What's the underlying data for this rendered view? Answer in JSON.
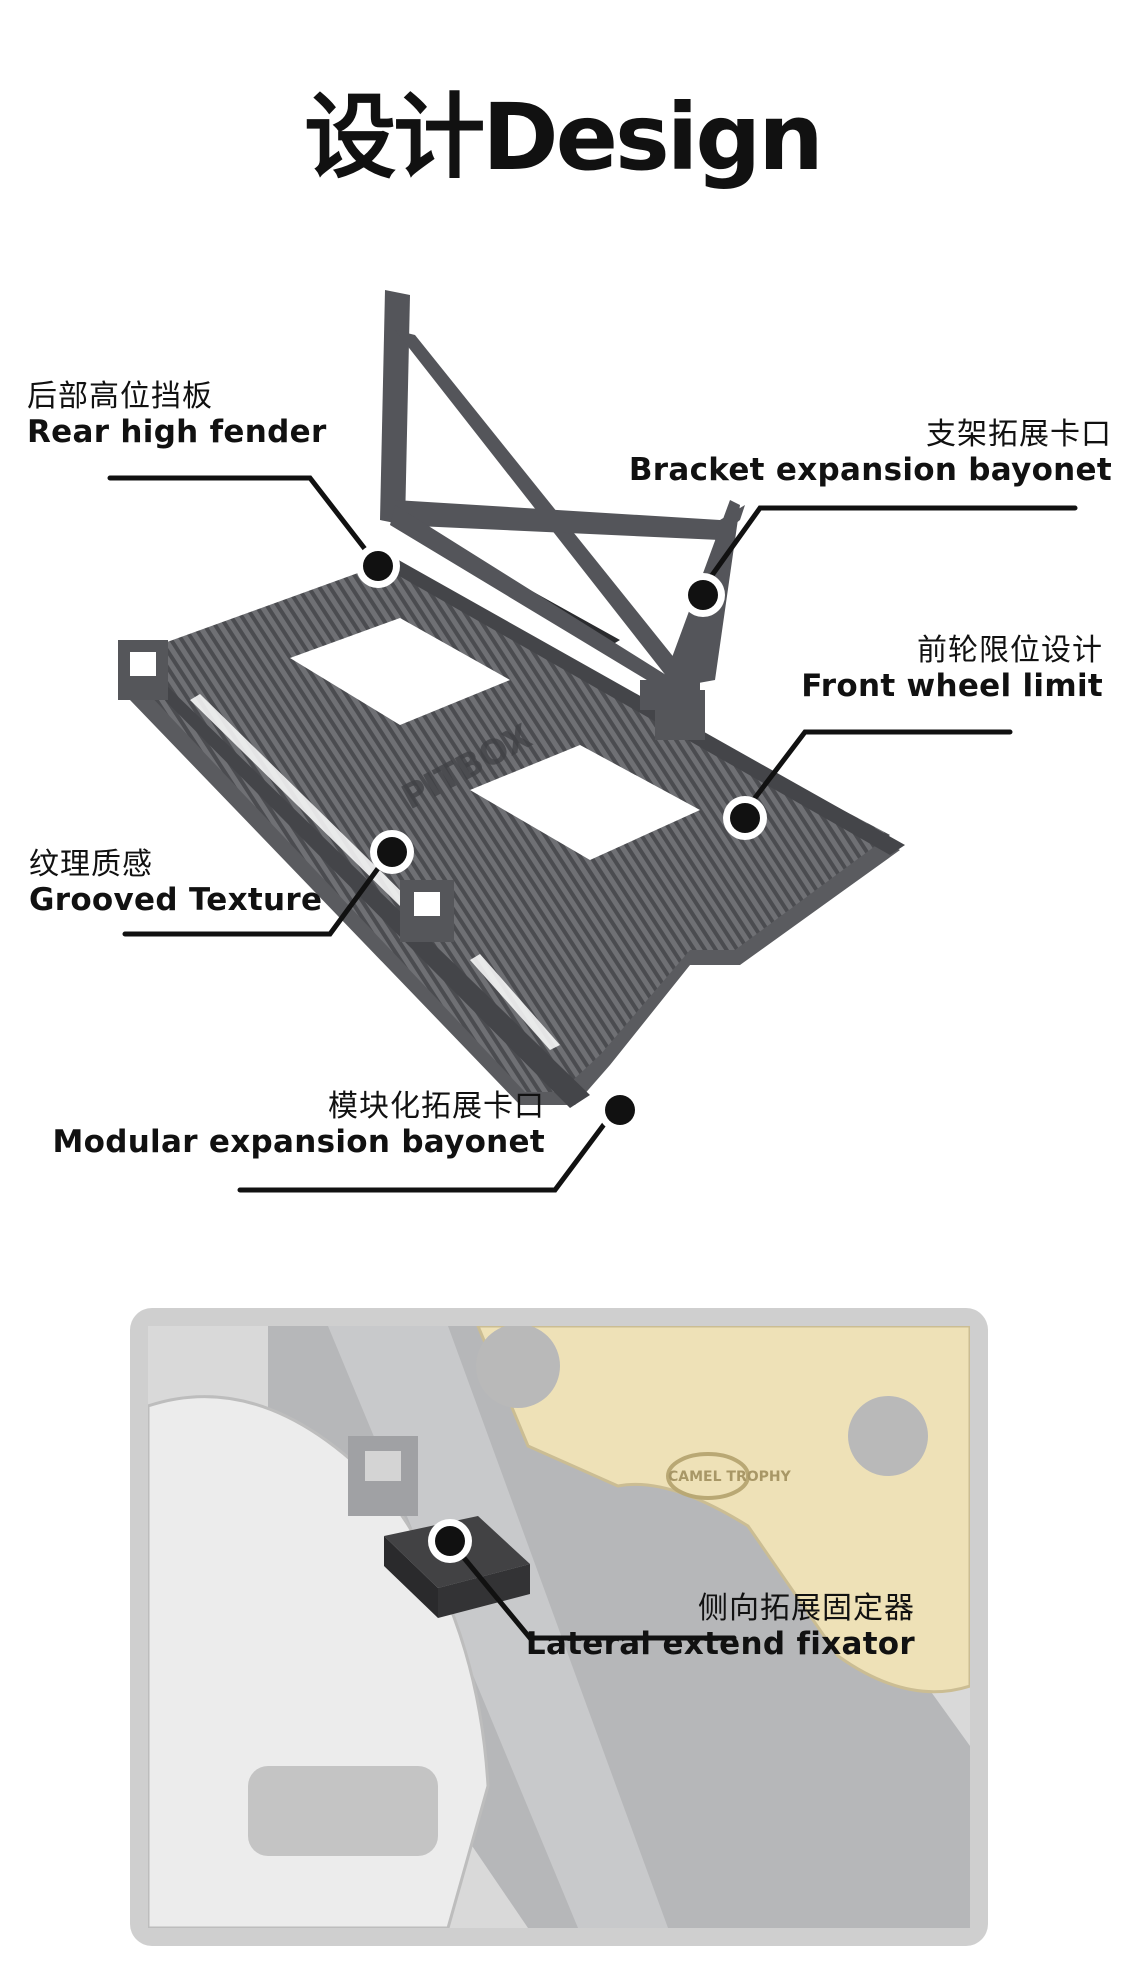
{
  "header": {
    "title": "设计Design"
  },
  "callouts": {
    "rear_fender": {
      "zh": "后部高位挡板",
      "en": "Rear high fender"
    },
    "bracket_bayonet": {
      "zh": "支架拓展卡口",
      "en": "Bracket expansion bayonet"
    },
    "front_wheel": {
      "zh": "前轮限位设计",
      "en": "Front wheel limit"
    },
    "texture": {
      "zh": "纹理质感",
      "en": "Grooved Texture"
    },
    "modular": {
      "zh": "模块化拓展卡口",
      "en": "Modular expansion bayonet"
    },
    "lateral": {
      "zh": "侧向拓展固定器",
      "en": "Lateral extend fixator"
    }
  },
  "product": {
    "engraving": "PITBOX"
  },
  "scene": {
    "car_badge": "CAMEL TROPHY"
  },
  "colors": {
    "plastic": "#6e6f72",
    "plastic_dark": "#3e3f42",
    "line": "#111111",
    "frame": "#cfcfcf"
  }
}
